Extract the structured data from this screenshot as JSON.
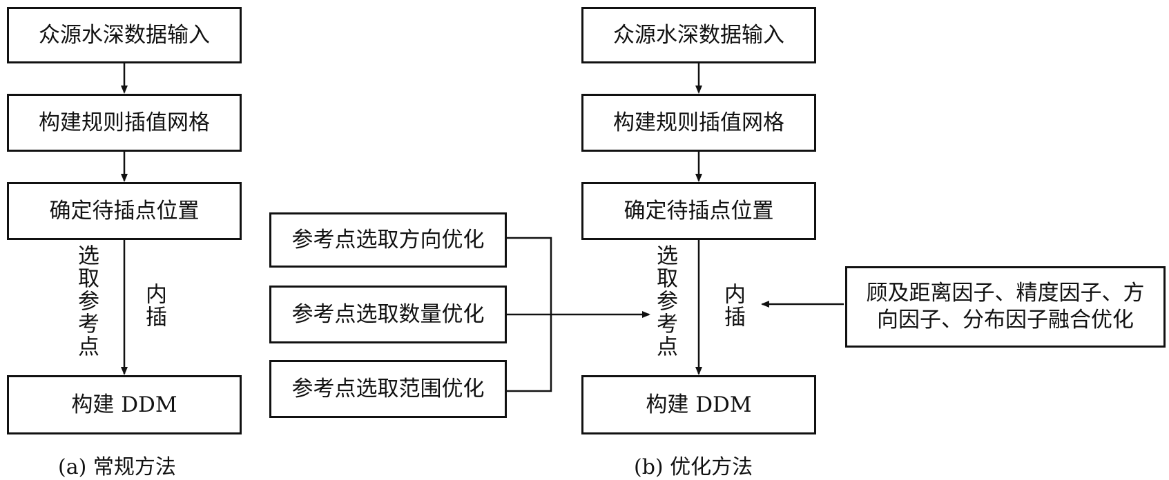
{
  "left": {
    "steps": [
      "众源水深数据输入",
      "构建规则插值网格",
      "确定待插点位置",
      "构建 DDM"
    ],
    "label_select": "选取参考点",
    "label_interp": "内插",
    "caption": "(a) 常规方法"
  },
  "middle": {
    "opt_boxes": [
      "参考点选取方向优化",
      "参考点选取数量优化",
      "参考点选取范围优化"
    ]
  },
  "right": {
    "steps": [
      "众源水深数据输入",
      "构建规则插值网格",
      "确定待插点位置",
      "构建 DDM"
    ],
    "label_select": "选取参考点",
    "label_interp": "内插",
    "factor_box": "顾及距离因子、精度因子、方\n向因子、分布因子融合优化",
    "caption": "(b) 优化方法"
  }
}
